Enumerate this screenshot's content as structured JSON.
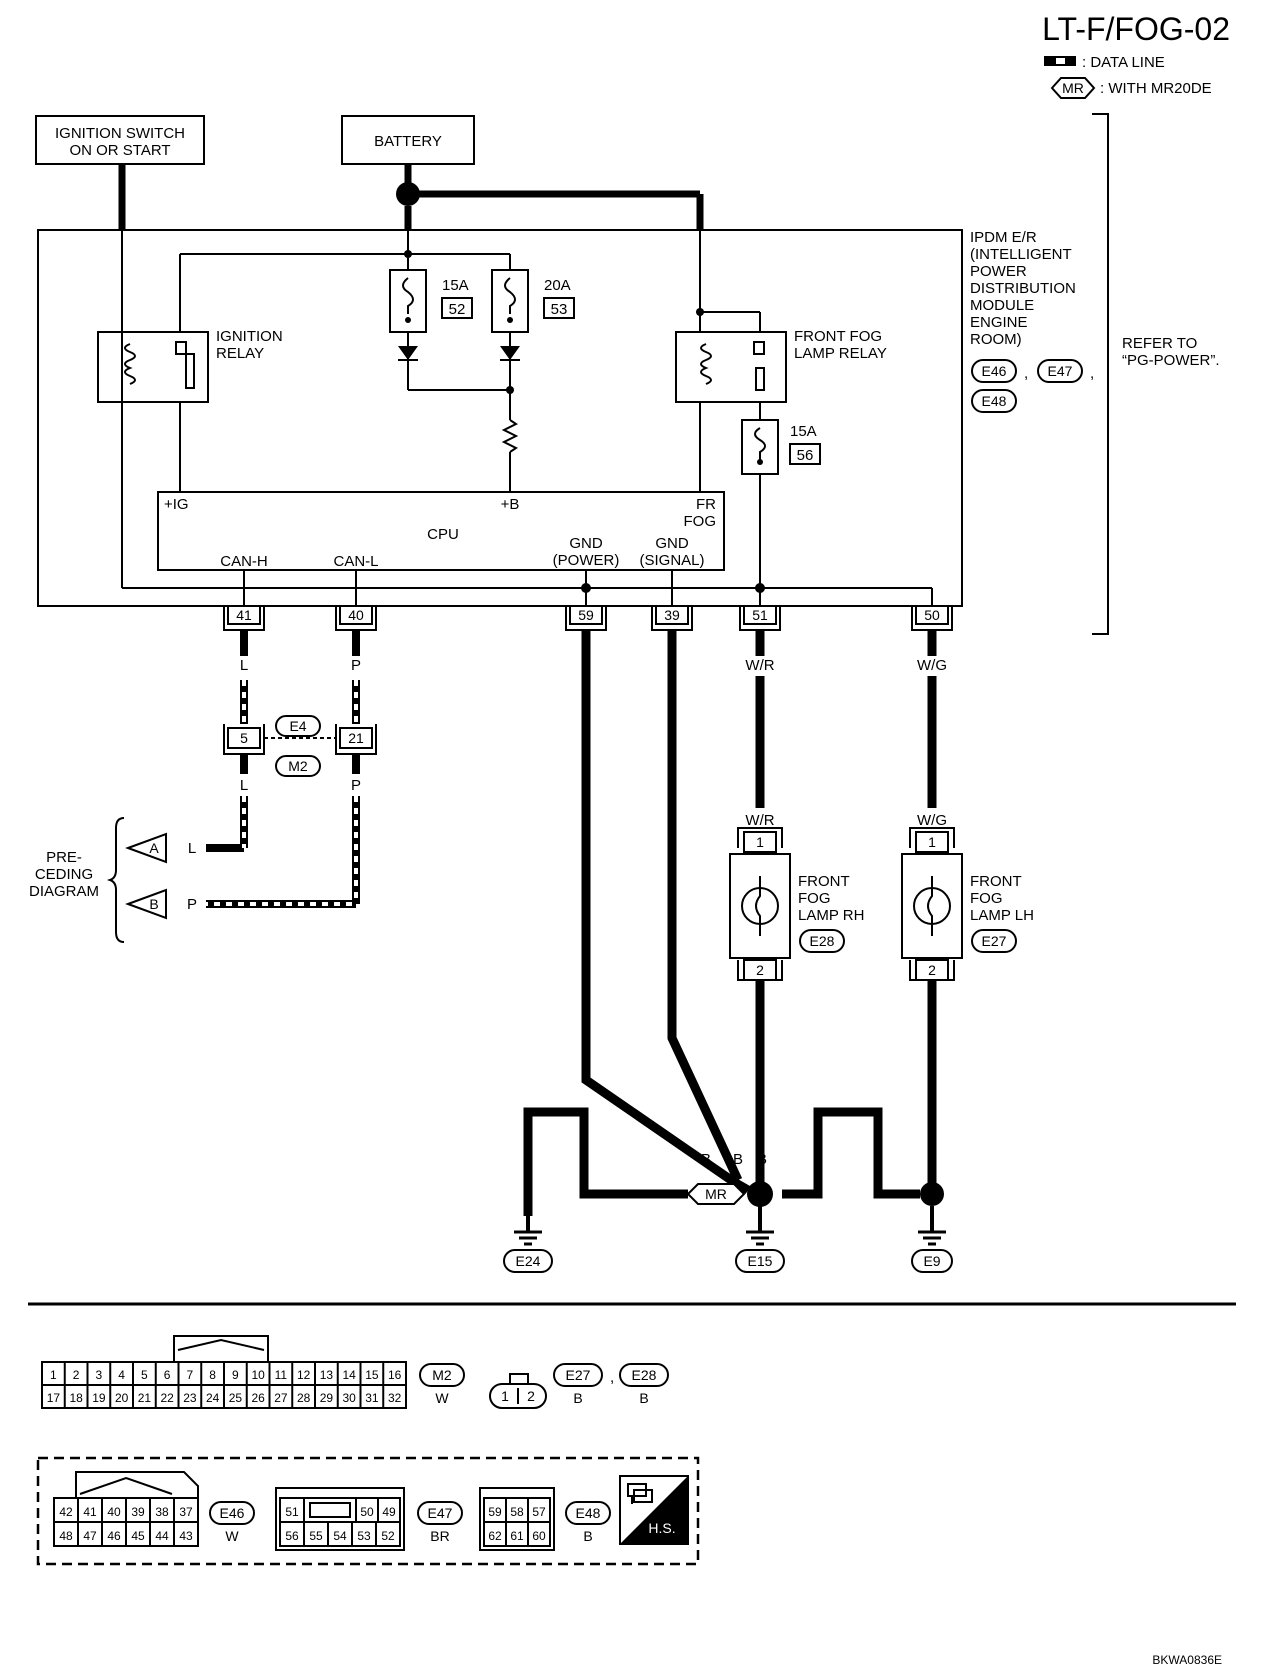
{
  "header": {
    "title": "LT-F/FOG-02",
    "legend": [
      {
        "symbol": "data-line",
        "text": ": DATA LINE"
      },
      {
        "symbol": "MR",
        "text": ": WITH MR20DE"
      }
    ]
  },
  "sources": {
    "ignition": [
      "IGNITION SWITCH",
      "ON OR START"
    ],
    "battery": "BATTERY"
  },
  "ipdm": {
    "title_lines": [
      "IPDM E/R",
      "(INTELLIGENT",
      "POWER",
      "DISTRIBUTION",
      "MODULE",
      "ENGINE",
      "ROOM)"
    ],
    "connectors": [
      "E46",
      "E47",
      "E48"
    ],
    "refer": [
      "REFER TO",
      "“PG-POWER”."
    ],
    "ignition_relay": [
      "IGNITION",
      "RELAY"
    ],
    "fog_relay": [
      "FRONT FOG",
      "LAMP RELAY"
    ],
    "fuses": [
      {
        "amp": "15A",
        "num": "52"
      },
      {
        "amp": "20A",
        "num": "53"
      },
      {
        "amp": "15A",
        "num": "56"
      }
    ],
    "cpu": {
      "label": "CPU",
      "ig": "+IG",
      "b": "+B",
      "fr_fog": [
        "FR",
        "FOG"
      ],
      "can_h": "CAN-H",
      "can_l": "CAN-L",
      "gnd_power": [
        "GND",
        "(POWER)"
      ],
      "gnd_signal": [
        "GND",
        "(SIGNAL)"
      ]
    },
    "terminals": [
      "41",
      "40",
      "59",
      "39",
      "51",
      "50"
    ]
  },
  "wires": {
    "l": "L",
    "p": "P",
    "b": "B",
    "wr": "W/R",
    "wg": "W/G"
  },
  "joint": {
    "pins": [
      "5",
      "21"
    ],
    "connectors": [
      "E4",
      "M2"
    ]
  },
  "preceding": {
    "label": [
      "PRE-",
      "CEDING",
      "DIAGRAM"
    ],
    "a": "A",
    "b": "B"
  },
  "lamps": {
    "rh": {
      "lines": [
        "FRONT",
        "FOG",
        "LAMP RH"
      ],
      "connector": "E28",
      "pins": [
        "1",
        "2"
      ]
    },
    "lh": {
      "lines": [
        "FRONT",
        "FOG",
        "LAMP LH"
      ],
      "connector": "E27",
      "pins": [
        "1",
        "2"
      ]
    }
  },
  "grounds": [
    "E24",
    "E15",
    "E9"
  ],
  "mr_tag": "MR",
  "connector_views": {
    "m2": {
      "tag": "M2",
      "color": "W",
      "row1": [
        "1",
        "2",
        "3",
        "4",
        "5",
        "6",
        "7",
        "8",
        "9",
        "10",
        "11",
        "12",
        "13",
        "14",
        "15",
        "16"
      ],
      "row2": [
        "17",
        "18",
        "19",
        "20",
        "21",
        "22",
        "23",
        "24",
        "25",
        "26",
        "27",
        "28",
        "29",
        "30",
        "31",
        "32"
      ]
    },
    "e27_e28": {
      "tags": [
        "E27",
        "E28"
      ],
      "colors": [
        "B",
        "B"
      ],
      "pins": [
        "1",
        "2"
      ]
    },
    "e46": {
      "tag": "E46",
      "color": "W",
      "row1": [
        "42",
        "41",
        "40",
        "39",
        "38",
        "37"
      ],
      "row2": [
        "48",
        "47",
        "46",
        "45",
        "44",
        "43"
      ]
    },
    "e47": {
      "tag": "E47",
      "color": "BR",
      "row1": [
        "51",
        "50",
        "49"
      ],
      "row2": [
        "56",
        "55",
        "54",
        "53",
        "52"
      ]
    },
    "e48": {
      "tag": "E48",
      "color": "B",
      "row1": [
        "59",
        "58",
        "57"
      ],
      "row2": [
        "62",
        "61",
        "60"
      ]
    },
    "hs": "H.S."
  },
  "footer": {
    "code": "BKWA0836E"
  }
}
